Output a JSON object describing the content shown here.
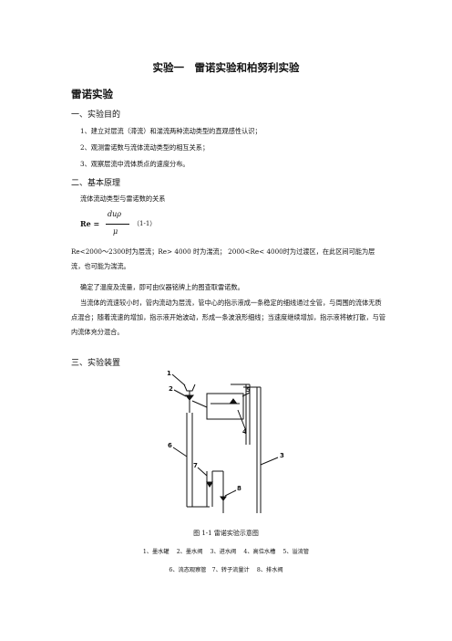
{
  "doc": {
    "title": "实验一　雷诺实验和柏努利实验",
    "section_title": "雷诺实验",
    "headings": {
      "purpose": "一、实验目的",
      "principle": "二、基本原理",
      "apparatus": "三、实验装置"
    },
    "purpose_items": [
      "1、建立对层流（滞流）和湍流两种流动类型的直观感性认识；",
      "2、观测雷诺数与流体流动类型的相互关系；",
      "3、观察层流中流体质点的速度分布。"
    ],
    "principle_intro": "流体流动类型与雷诺数的关系",
    "formula": {
      "lhs": "Re =",
      "numerator": "duρ",
      "denominator": "μ",
      "number": "（1-1）"
    },
    "criteria_text": "Re<2000～2300时为层流；Re> 4000 时为湍流； 2000<Re< 4000时为过渡区，在此区间可能为层流，也可能为湍流。",
    "temp_text": "确定了温度及流量，即可由仪器铭牌上的图查取雷诺数。",
    "flow_text": "当流体的流速较小时，管内流动为层流，管中心的指示液成一条稳定的细线通过全管，与周围的流体无质点混合；随着流速的增加，指示液开始波动，形成一条波浪形细线；当速度继续增加，指示液将被打散，与管内流体充分混合。",
    "figure": {
      "labels": [
        "1",
        "2",
        "3",
        "4",
        "5",
        "6",
        "7",
        "8"
      ],
      "caption": "图 1-1 雷诺实验示意图",
      "legend_line1": "1、墨水罐　 2、墨水阀　 3、进水阀　 4、高位水槽　 5、溢流管",
      "legend_line2": "6、流态观察管　7、转子流量计　 8、排水阀"
    }
  }
}
